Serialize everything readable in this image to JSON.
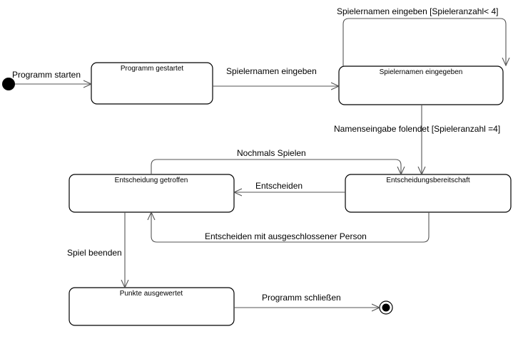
{
  "states": {
    "programm_gestartet": "Programm gestartet",
    "spielernamen_eingegeben": "Spielernamen eingegeben",
    "entscheidungsbereitschaft": "Entscheidungsbereitschaft",
    "entscheidung_getroffen": "Entscheidung getroffen",
    "punkte_ausgewertet": "Punkte ausgewertet"
  },
  "transitions": {
    "programm_starten": "Programm starten",
    "spielernamen_eingeben": "Spielernamen eingeben",
    "spielernamen_eingeben_loop": "Spielernamen eingeben [Spieleranzahl< 4]",
    "namenseingabe_beendet": "Namenseingabe folendet [Spieleranzahl =4]",
    "nochmals_spielen": "Nochmals Spielen",
    "entscheiden": "Entscheiden",
    "entscheiden_ausgeschlossen": "Entscheiden mit ausgeschlossener Person",
    "spiel_beenden": "Spiel beenden",
    "programm_schliessen": "Programm schließen"
  },
  "colors": {
    "line": "#555555",
    "border": "#000000",
    "background": "#ffffff"
  }
}
